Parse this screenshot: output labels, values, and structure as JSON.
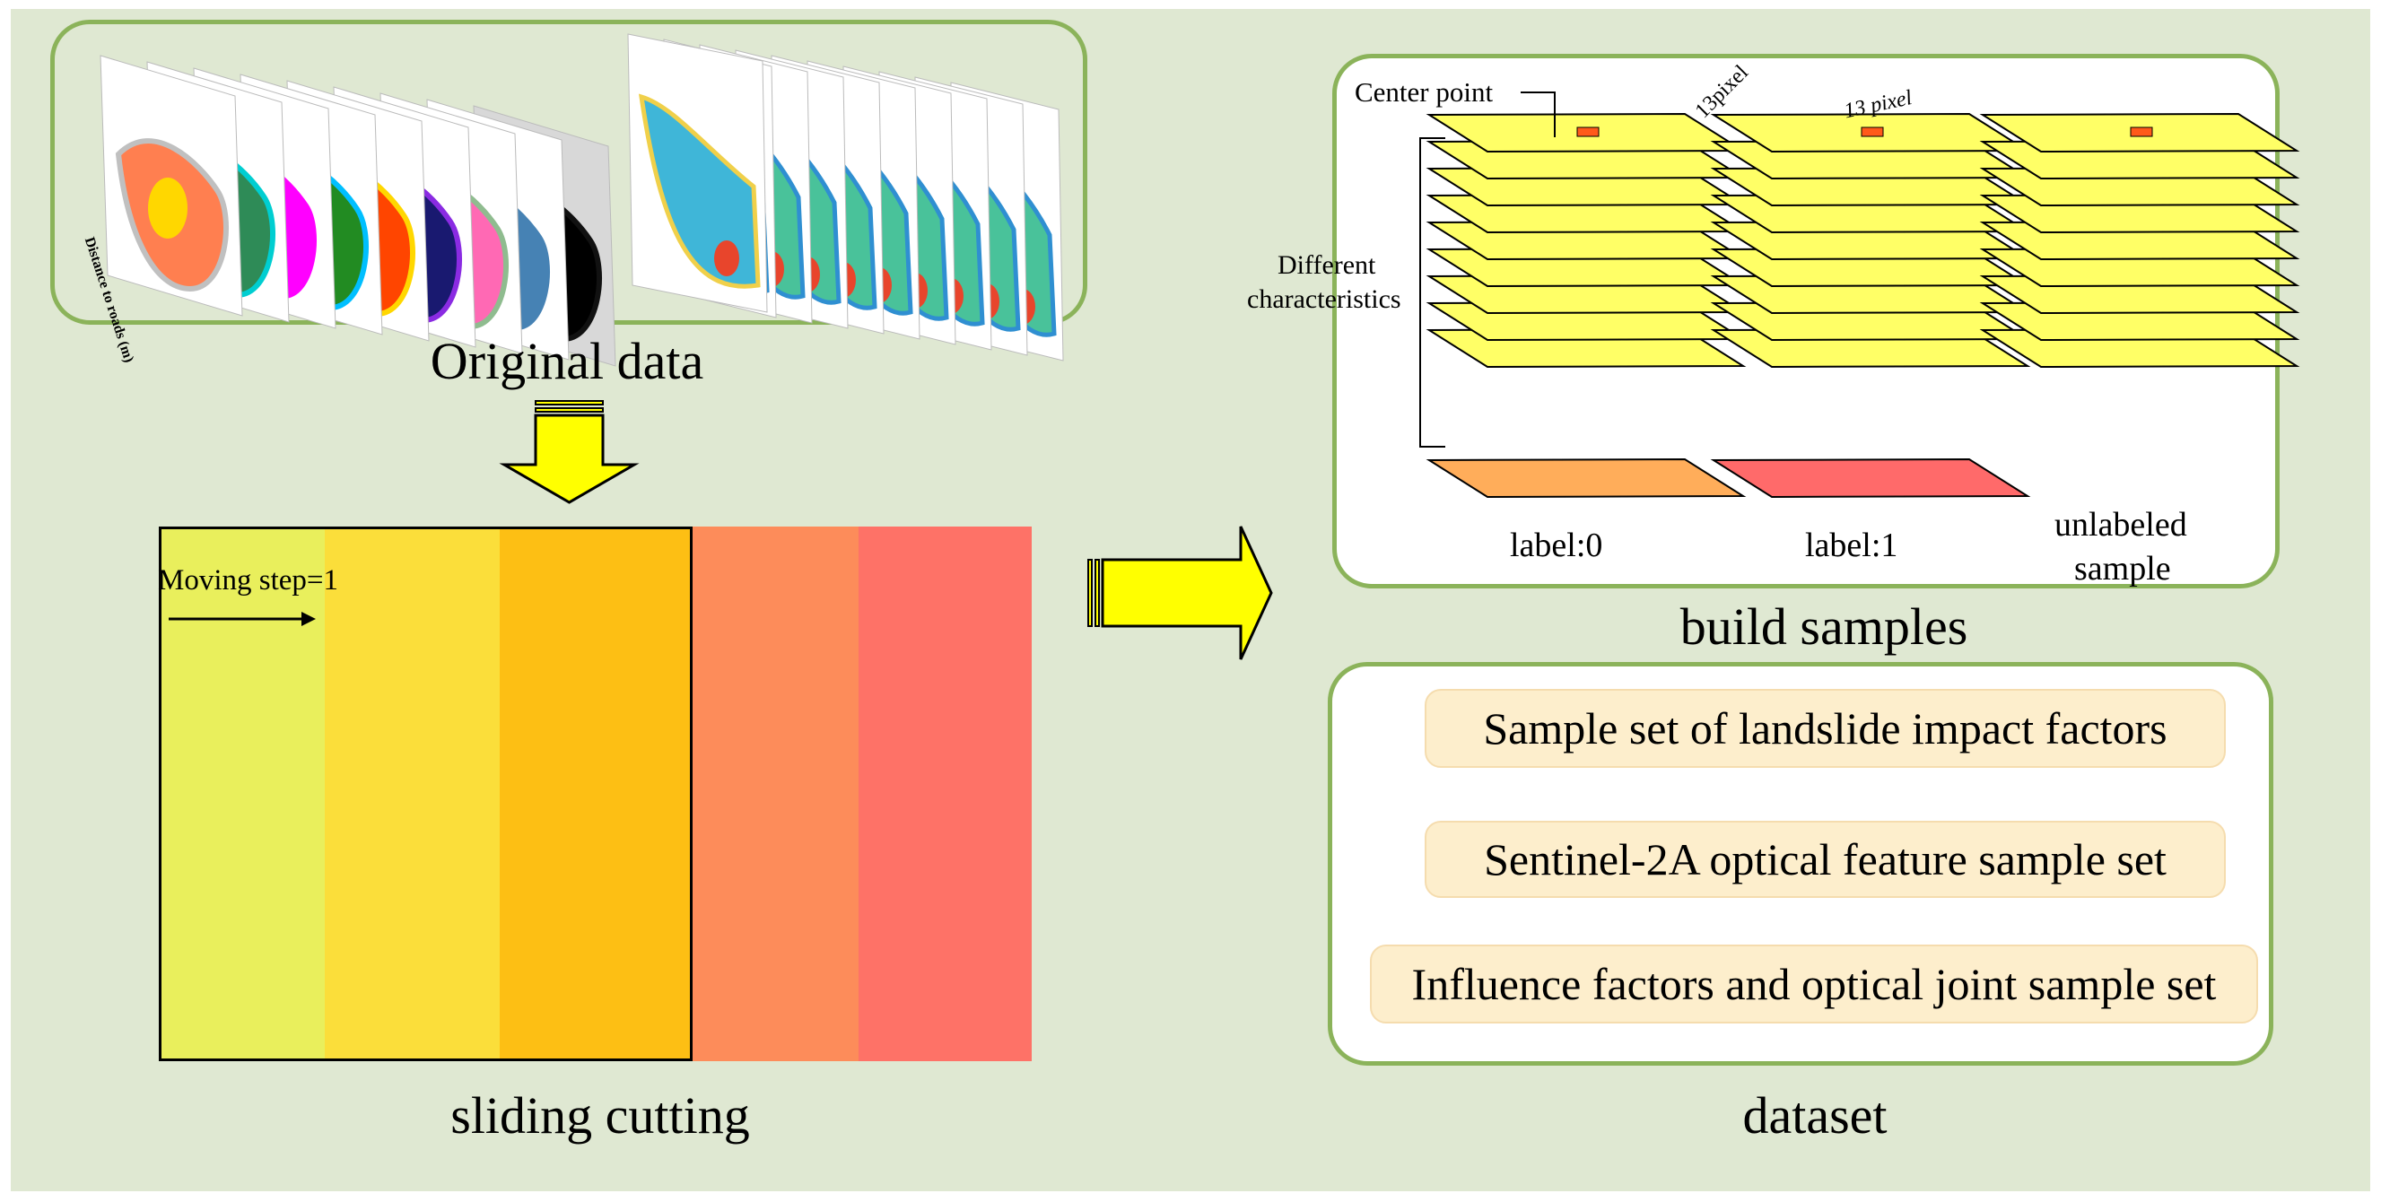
{
  "captions": {
    "original": "Original data",
    "sliding": "sliding cutting",
    "build": "build samples",
    "dataset": "dataset"
  },
  "sliding": {
    "step_label": "Moving step=1",
    "colors": [
      "#e9ef5c",
      "#fbde3a",
      "#fdbf14",
      "#fd8c5a",
      "#fe7267"
    ]
  },
  "build": {
    "center_point": "Center point",
    "pixel_side": "13pixel",
    "pixel_top": "13 pixel",
    "different": "Different",
    "characteristics": "characteristics",
    "labels": [
      "label:0",
      "label:1",
      "unlabeled",
      "sample"
    ]
  },
  "dataset": {
    "items": [
      "Sample set of landslide impact factors",
      "Sentinel-2A optical feature sample set",
      "Influence factors and optical joint sample set"
    ]
  },
  "original": {
    "legend_text": "Distance to roads (m)"
  },
  "colors": {
    "panel_border": "#8bb35a",
    "background": "#dfe8d2",
    "layer_yellow": "#ffff66",
    "label0_base": "#ffad5a",
    "label1_base": "#ff6a6a",
    "center_mark": "#ff5a1a",
    "arrow_fill": "#ffff00"
  }
}
